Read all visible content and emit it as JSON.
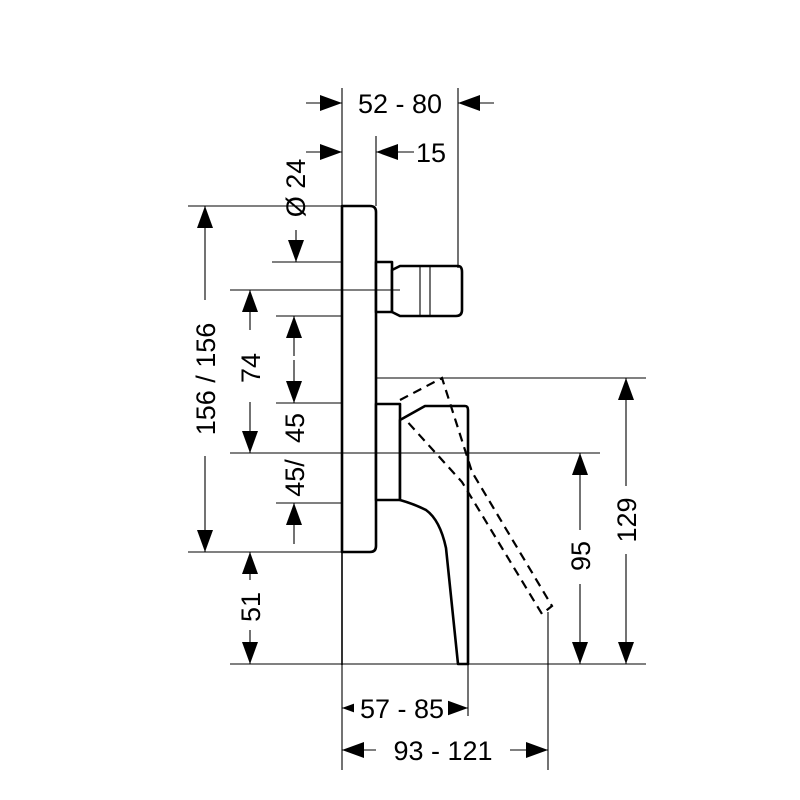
{
  "dimensions": {
    "top_width": "52 - 80",
    "spindle": "15",
    "diameter": "Ø 24",
    "total_height": "156 / 156",
    "mid_74": "74",
    "upper_45": "45",
    "lower_45": "45/",
    "bottom_51": "51",
    "handle_95": "95",
    "handle_129": "129",
    "bottom_width_1": "57 - 85",
    "bottom_width_2": "93 - 121"
  }
}
